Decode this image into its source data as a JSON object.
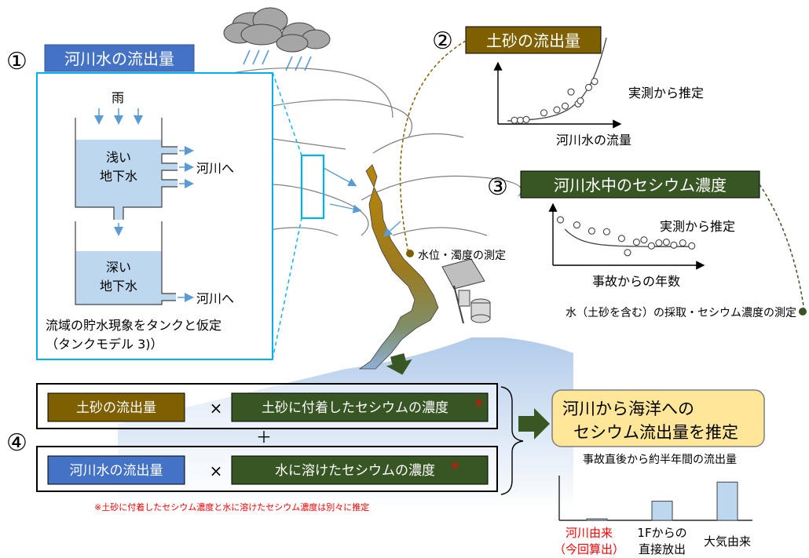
{
  "colors": {
    "blue": "#4472C4",
    "brown": "#7F6000",
    "green": "#375623",
    "cyan": "#00B0F0",
    "water": "#BDD7EE",
    "red": "#FF0000",
    "note_box": "#FFE699"
  },
  "section1": {
    "number": "①",
    "title": "河川水の流出量",
    "rain": "雨",
    "shallow": [
      "浅い",
      "地下水"
    ],
    "deep": [
      "深い",
      "地下水"
    ],
    "to_river": "河川へ",
    "caption_line1": "流域の貯水現象をタンクと仮定",
    "caption_line2": "（タンクモデル 3)）"
  },
  "section2": {
    "number": "②",
    "title": "土砂の流出量",
    "estimate": "実測から推定",
    "xlabel": "河川水の流量"
  },
  "section3": {
    "number": "③",
    "title": "河川水中のセシウム濃度",
    "estimate": "実測から推定",
    "xlabel": "事故からの年数"
  },
  "river_labels": {
    "water_level": "水位・濁度の測定",
    "sampling": "水（土砂を含む）の採取・セシウム濃度の測定"
  },
  "section4": {
    "number": "④",
    "row1": {
      "left": "土砂の流出量",
      "times": "×",
      "right": "土砂に付着したセシウムの濃度",
      "star": "※"
    },
    "plus": "＋",
    "row2": {
      "left": "河川水の流出量",
      "times": "×",
      "right": "水に溶けたセシウムの濃度",
      "star": "※"
    },
    "note": "※土砂に付着したセシウム濃度と水に溶けたセシウム濃度は別々に推定"
  },
  "result": {
    "line1": "河川から海洋への",
    "line2": "セシウム流出量を推定",
    "subtitle": "事故直後から約半年間の流出量"
  },
  "bar_labels": {
    "river": [
      "河川由来",
      "（今回算出）"
    ],
    "plant": [
      "1Fからの",
      "直接放出"
    ],
    "atmos": "大気由来"
  },
  "chart_data": [
    {
      "type": "scatter",
      "title": "",
      "xlabel": "河川水の流量",
      "ylabel": "",
      "annotation": "実測から推定",
      "points": [
        [
          1.4,
          0.5
        ],
        [
          1.9,
          0.5
        ],
        [
          2.4,
          0.6
        ],
        [
          3.9,
          1.5
        ],
        [
          5.0,
          1.9
        ],
        [
          5.7,
          2.4
        ],
        [
          6.2,
          4.3
        ],
        [
          6.8,
          2.7
        ],
        [
          7.0,
          3.1
        ],
        [
          7.7,
          4.9
        ],
        [
          8.2,
          5.7
        ]
      ],
      "fit": "exponential",
      "xlim": [
        0,
        10
      ],
      "ylim": [
        0,
        8
      ]
    },
    {
      "type": "scatter",
      "title": "",
      "xlabel": "事故からの年数",
      "ylabel": "",
      "annotation": "実測から推定",
      "points": [
        [
          0.5,
          6.1
        ],
        [
          1.6,
          5.4
        ],
        [
          2.6,
          4.6
        ],
        [
          3.6,
          4.5
        ],
        [
          4.6,
          3.6
        ],
        [
          5.0,
          1.7
        ],
        [
          5.6,
          3.1
        ],
        [
          6.1,
          3.4
        ],
        [
          6.6,
          2.6
        ],
        [
          7.1,
          3.0
        ],
        [
          7.6,
          3.1
        ],
        [
          8.1,
          2.7
        ],
        [
          8.7,
          3.0
        ],
        [
          9.3,
          2.6
        ]
      ],
      "fit": "decay",
      "xlim": [
        0,
        10
      ],
      "ylim": [
        0,
        8
      ]
    },
    {
      "type": "bar",
      "title": "事故直後から約半年間の流出量",
      "categories": [
        "河川由来（今回算出）",
        "1Fからの直接放出",
        "大気由来"
      ],
      "values": [
        0.5,
        6.5,
        13
      ],
      "ylim": [
        0,
        16
      ]
    }
  ]
}
